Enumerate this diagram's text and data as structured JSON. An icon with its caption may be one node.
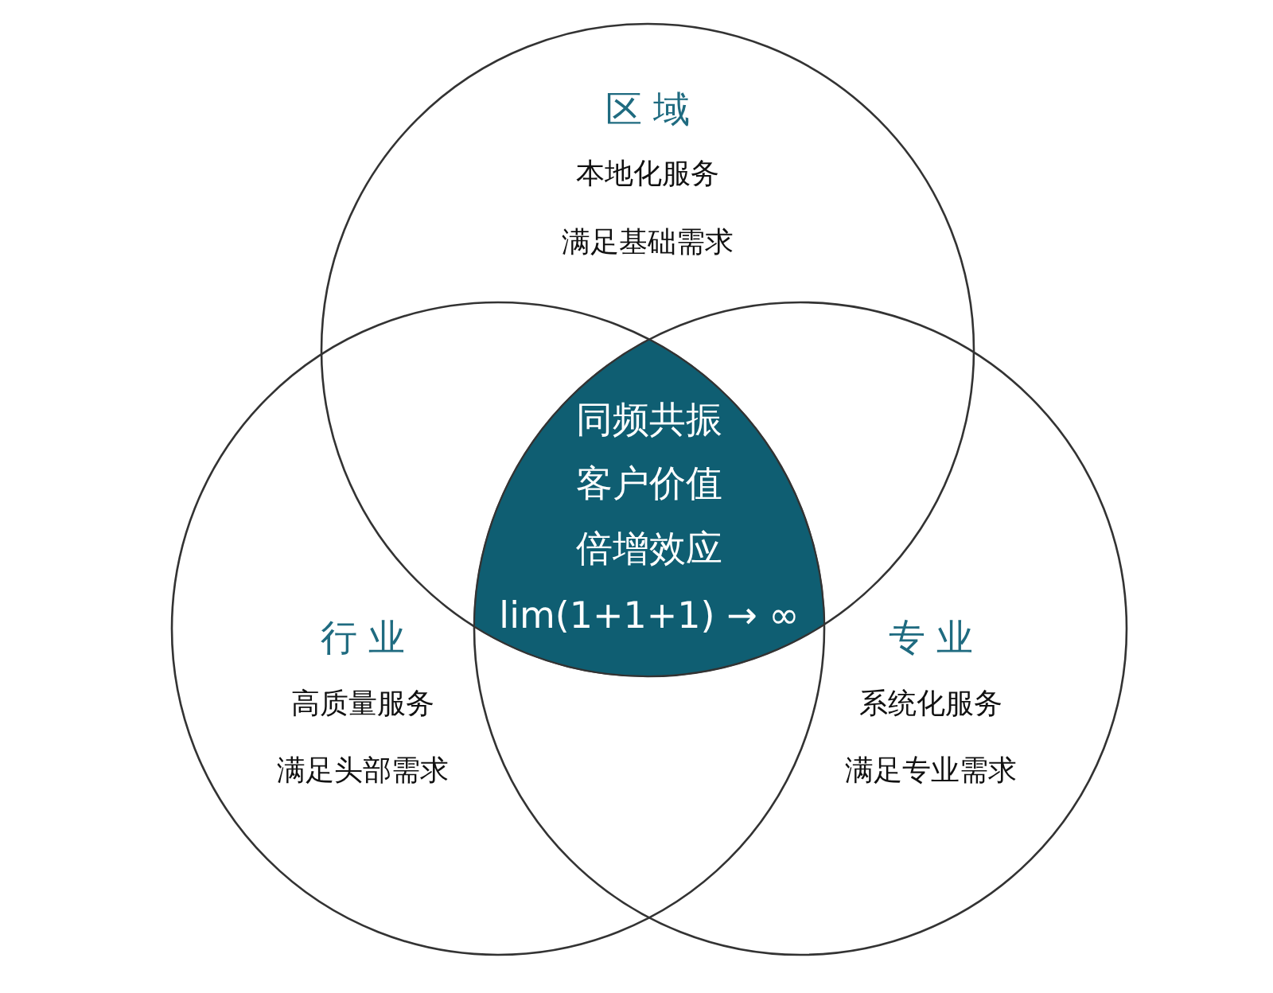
{
  "diagram": {
    "nodes": [
      {
        "text": [
          "区 域",
          "本地化服务",
          "满足基础需求"
        ]
      },
      {
        "text": [
          "行 业",
          "高质量服务",
          "满足头部需求"
        ]
      },
      {
        "text": [
          "专 业",
          "系统化服务",
          "满足专业需求"
        ]
      },
      {
        "text": [
          "同频共振",
          "客户价值",
          "倍增效应",
          "lim(1+1+1) → ∞"
        ]
      }
    ]
  }
}
